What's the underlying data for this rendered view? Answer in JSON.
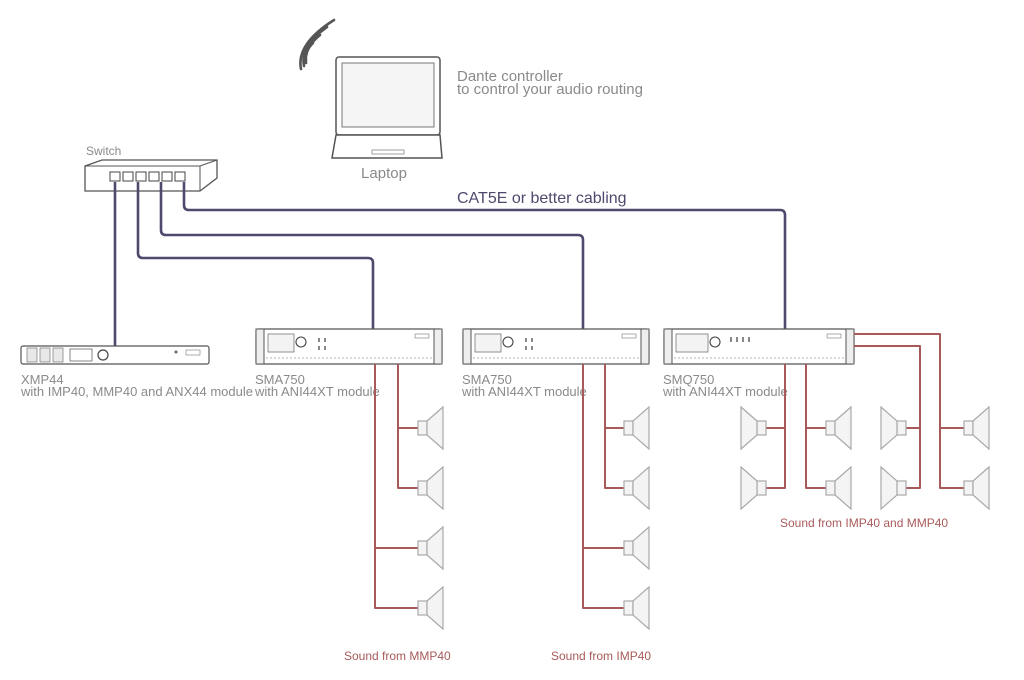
{
  "laptop": {
    "label": "Laptop",
    "controller_title": "Dante controller",
    "controller_subtitle": "to control your audio routing"
  },
  "switch": {
    "label": "Switch"
  },
  "cabling": {
    "label": "CAT5E or better cabling"
  },
  "devices": [
    {
      "name": "XMP44",
      "subtitle": "with IMP40, MMP40 and ANX44 module"
    },
    {
      "name": "SMA750",
      "subtitle": "with ANI44XT module"
    },
    {
      "name": "SMA750",
      "subtitle": "with ANI44XT module"
    },
    {
      "name": "SMQ750",
      "subtitle": "with ANI44XT module"
    }
  ],
  "sound_labels": [
    "Sound from MMP40",
    "Sound from IMP40",
    "Sound from IMP40 and MMP40"
  ],
  "colors": {
    "network_cable": "#4d4a6e",
    "speaker_wire": "#a85a5a",
    "label_text": "#8a8a8a"
  }
}
